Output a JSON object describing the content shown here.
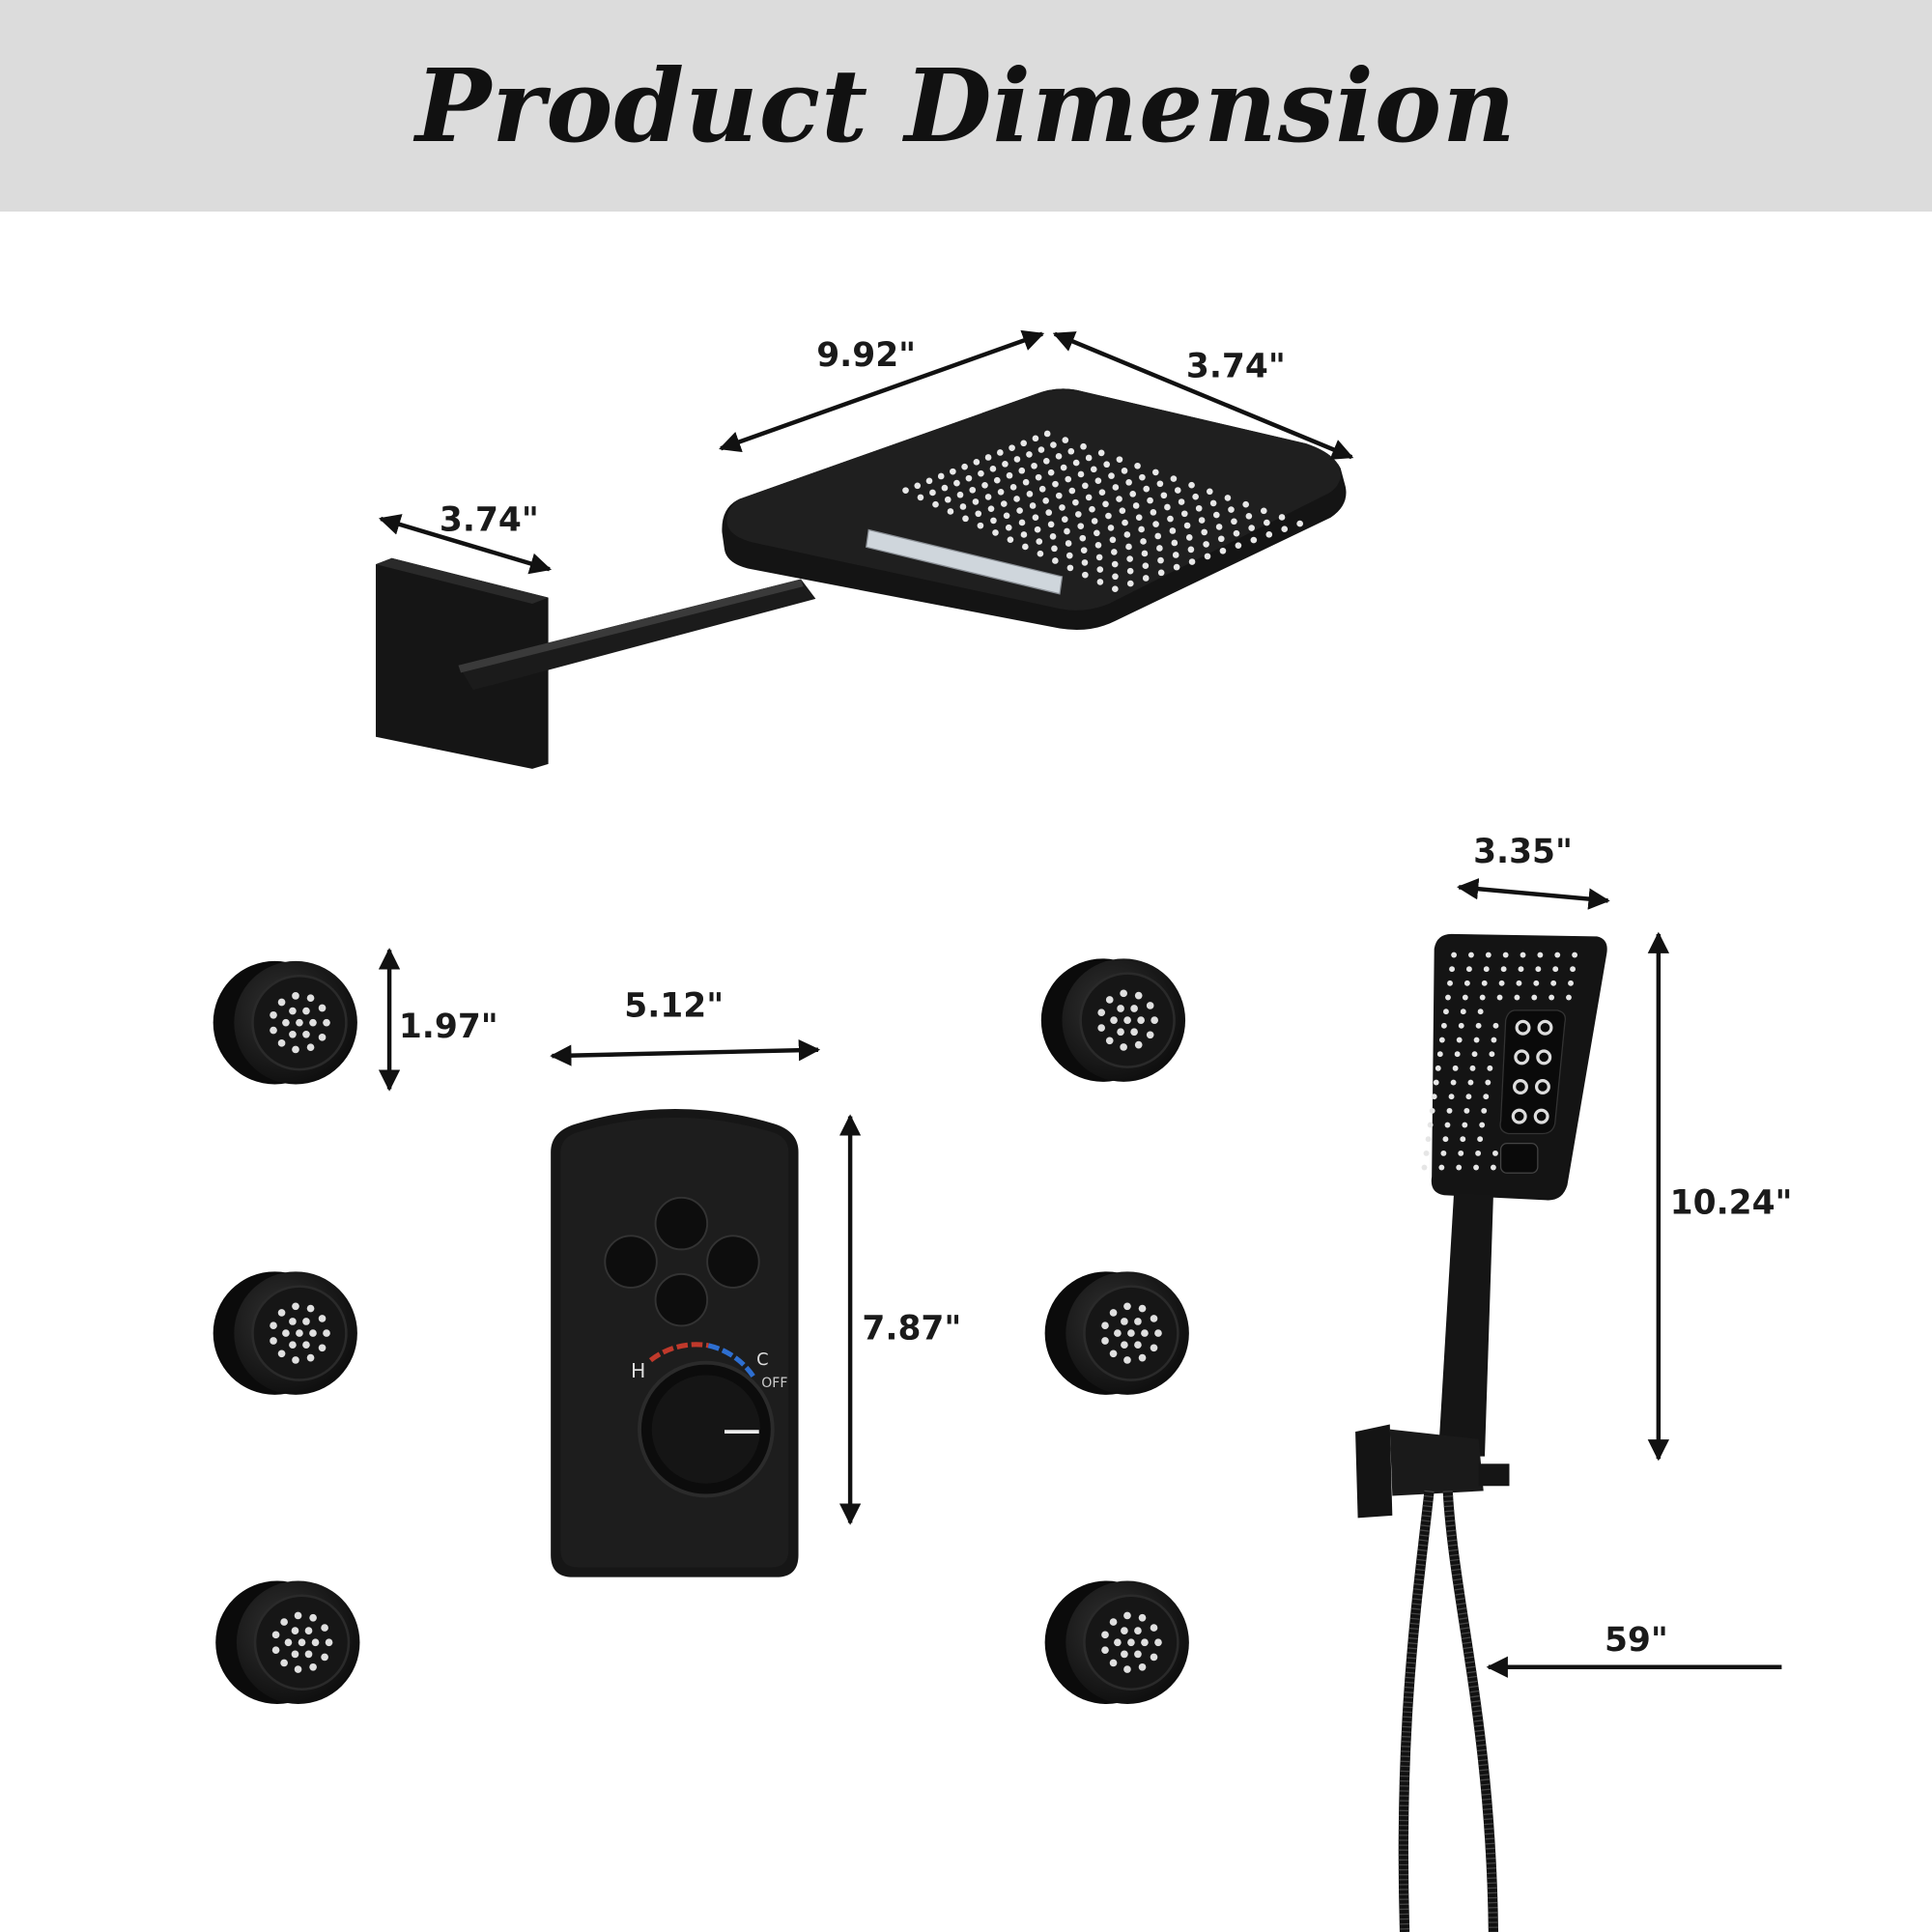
{
  "header": {
    "title": "Product Dimension"
  },
  "dimensions": {
    "rain_head_length": "9.92\"",
    "rain_head_width": "3.74\"",
    "wall_plate_width": "3.74\"",
    "hand_shower_width": "3.35\"",
    "body_jet_height": "1.97\"",
    "valve_width": "5.12\"",
    "hand_shower_length": "10.24\"",
    "valve_height": "7.87\"",
    "hose_length": "59\""
  },
  "valve": {
    "hot_label": "H",
    "cold_label": "C",
    "off_label": "OFF"
  },
  "colors": {
    "header_bg": "#dcdcdc",
    "product": "#141414",
    "hot": "#c0392b",
    "cold": "#2e6fd1"
  }
}
